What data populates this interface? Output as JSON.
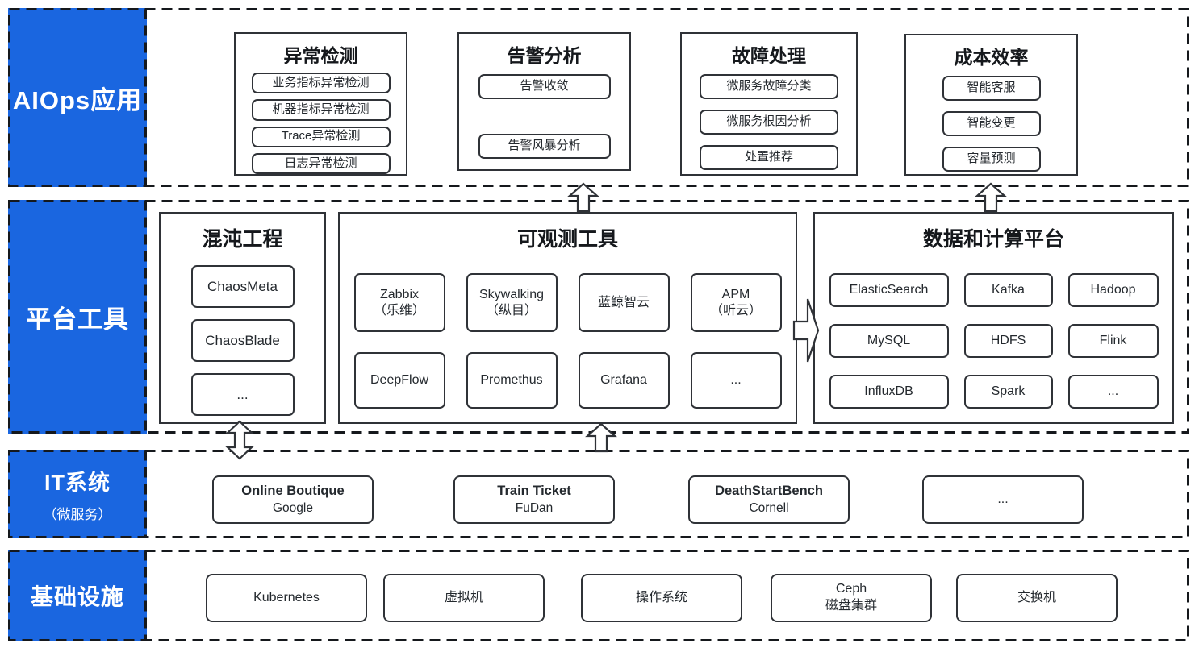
{
  "accent_color": "#1A66E0",
  "border_color": "#2f3237",
  "bands": [
    {
      "label": "AIOps应用",
      "sublabel": ""
    },
    {
      "label": "平台工具",
      "sublabel": ""
    },
    {
      "label": "IT系统",
      "sublabel": "（微服务）"
    },
    {
      "label": "基础设施",
      "sublabel": ""
    }
  ],
  "aiops_groups": [
    {
      "title": "异常检测",
      "items": [
        "业务指标异常检测",
        "机器指标异常检测",
        "Trace异常检测",
        "日志异常检测"
      ]
    },
    {
      "title": "告警分析",
      "items": [
        "告警收敛",
        "告警风暴分析"
      ]
    },
    {
      "title": "故障处理",
      "items": [
        "微服务故障分类",
        "微服务根因分析",
        "处置推荐"
      ]
    },
    {
      "title": "成本效率",
      "items": [
        "智能客服",
        "智能变更",
        "容量预测"
      ]
    }
  ],
  "platform": {
    "chaos": {
      "title": "混沌工程",
      "items": [
        "ChaosMeta",
        "ChaosBlade",
        "..."
      ]
    },
    "observability": {
      "title": "可观测工具",
      "items": [
        {
          "line1": "Zabbix",
          "line2": "（乐维）"
        },
        {
          "line1": "Skywalking",
          "line2": "（纵目）"
        },
        {
          "line1": "蓝鲸智云",
          "line2": ""
        },
        {
          "line1": "APM",
          "line2": "（听云）"
        },
        {
          "line1": "DeepFlow",
          "line2": ""
        },
        {
          "line1": "Promethus",
          "line2": ""
        },
        {
          "line1": "Grafana",
          "line2": ""
        },
        {
          "line1": "...",
          "line2": ""
        }
      ]
    },
    "data_platform": {
      "title": "数据和计算平台",
      "items": [
        "ElasticSearch",
        "Kafka",
        "Hadoop",
        "MySQL",
        "HDFS",
        "Flink",
        "InfluxDB",
        "Spark",
        "..."
      ]
    }
  },
  "it_systems": [
    {
      "name": "Online Boutique",
      "org": "Google"
    },
    {
      "name": "Train Ticket",
      "org": "FuDan"
    },
    {
      "name": "DeathStartBench",
      "org": "Cornell"
    },
    {
      "name": "...",
      "org": ""
    }
  ],
  "infrastructure": [
    {
      "line1": "Kubernetes",
      "line2": ""
    },
    {
      "line1": "虚拟机",
      "line2": ""
    },
    {
      "line1": "操作系统",
      "line2": ""
    },
    {
      "line1": "Ceph",
      "line2": "磁盘集群"
    },
    {
      "line1": "交换机",
      "line2": ""
    }
  ]
}
